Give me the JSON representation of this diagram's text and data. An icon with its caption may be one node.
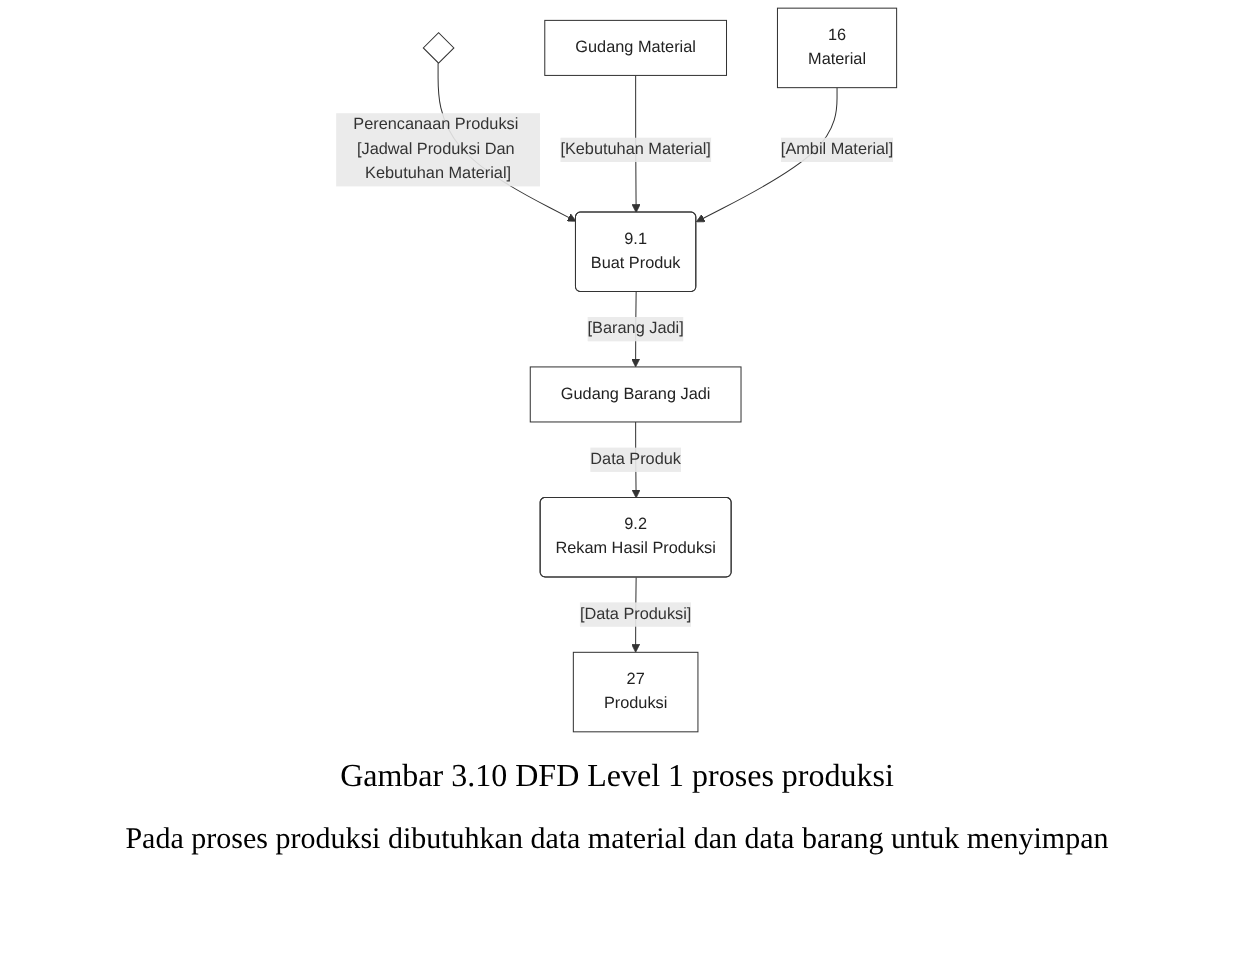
{
  "diagram": {
    "caption": "Gambar 3.10 DFD Level 1 proses produksi",
    "nodes": [
      {
        "text": [],
        "shape": "diamond"
      },
      {
        "text": [
          "Gudang Material"
        ]
      },
      {
        "text": [
          "9.1",
          "Buat Produk"
        ]
      },
      {
        "text": [
          "Gudang Barang Jadi"
        ]
      },
      {
        "text": [
          "16",
          "Material"
        ]
      },
      {
        "text": [
          "9.2",
          "Rekam Hasil Produksi"
        ]
      },
      {
        "text": [
          "27",
          "Produksi"
        ]
      }
    ],
    "edges": [
      {
        "from": 0,
        "to": 2,
        "arrow": "to",
        "label": "Perencanaan Produksi [Jadwal Produksi Dan Kebutuhan Material]"
      },
      {
        "from": 1,
        "to": 2,
        "arrow": "to",
        "label": "[Kebutuhan Material]"
      },
      {
        "from": 4,
        "to": 2,
        "arrow": "to",
        "label": "[Ambil Material]"
      },
      {
        "from": 2,
        "to": 3,
        "arrow": "to",
        "label": "[Barang Jadi]"
      },
      {
        "from": 3,
        "to": 5,
        "arrow": "to",
        "label": "Data Produk"
      },
      {
        "from": 5,
        "to": 6,
        "arrow": "to",
        "label": "[Data Produksi]"
      }
    ],
    "labels": [
      "Pada proses produksi dibutuhkan data material dan data barang untuk menyimpan"
    ]
  }
}
